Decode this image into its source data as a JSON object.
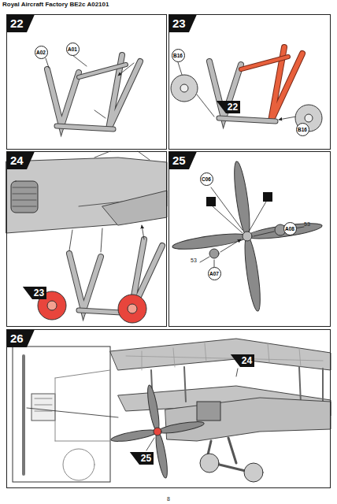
{
  "diagram": {
    "title": "Royal Aircraft Factory BE2c A02101",
    "nodes": [
      {
        "text": [
          "22"
        ]
      },
      {
        "text": [
          "A02"
        ],
        "in": 0
      },
      {
        "text": [
          "A01"
        ],
        "in": 0
      },
      {
        "text": [
          "23"
        ]
      },
      {
        "text": [
          "B16"
        ],
        "in": 3
      },
      {
        "text": [
          "B16"
        ],
        "in": 3
      },
      {
        "text": [
          "22"
        ],
        "in": 3
      },
      {
        "text": [
          "24"
        ]
      },
      {
        "text": [
          "23"
        ],
        "in": 7
      },
      {
        "text": [
          "25"
        ]
      },
      {
        "text": [
          "C06"
        ],
        "in": 9
      },
      {
        "text": [
          "A08"
        ],
        "in": 9
      },
      {
        "text": [
          "A07"
        ],
        "in": 9
      },
      {
        "text": [
          "26"
        ]
      },
      {
        "text": [
          "24"
        ],
        "in": 13
      },
      {
        "text": [
          "25"
        ],
        "in": 13
      }
    ],
    "labels": [
      "53",
      "53",
      "8"
    ]
  }
}
